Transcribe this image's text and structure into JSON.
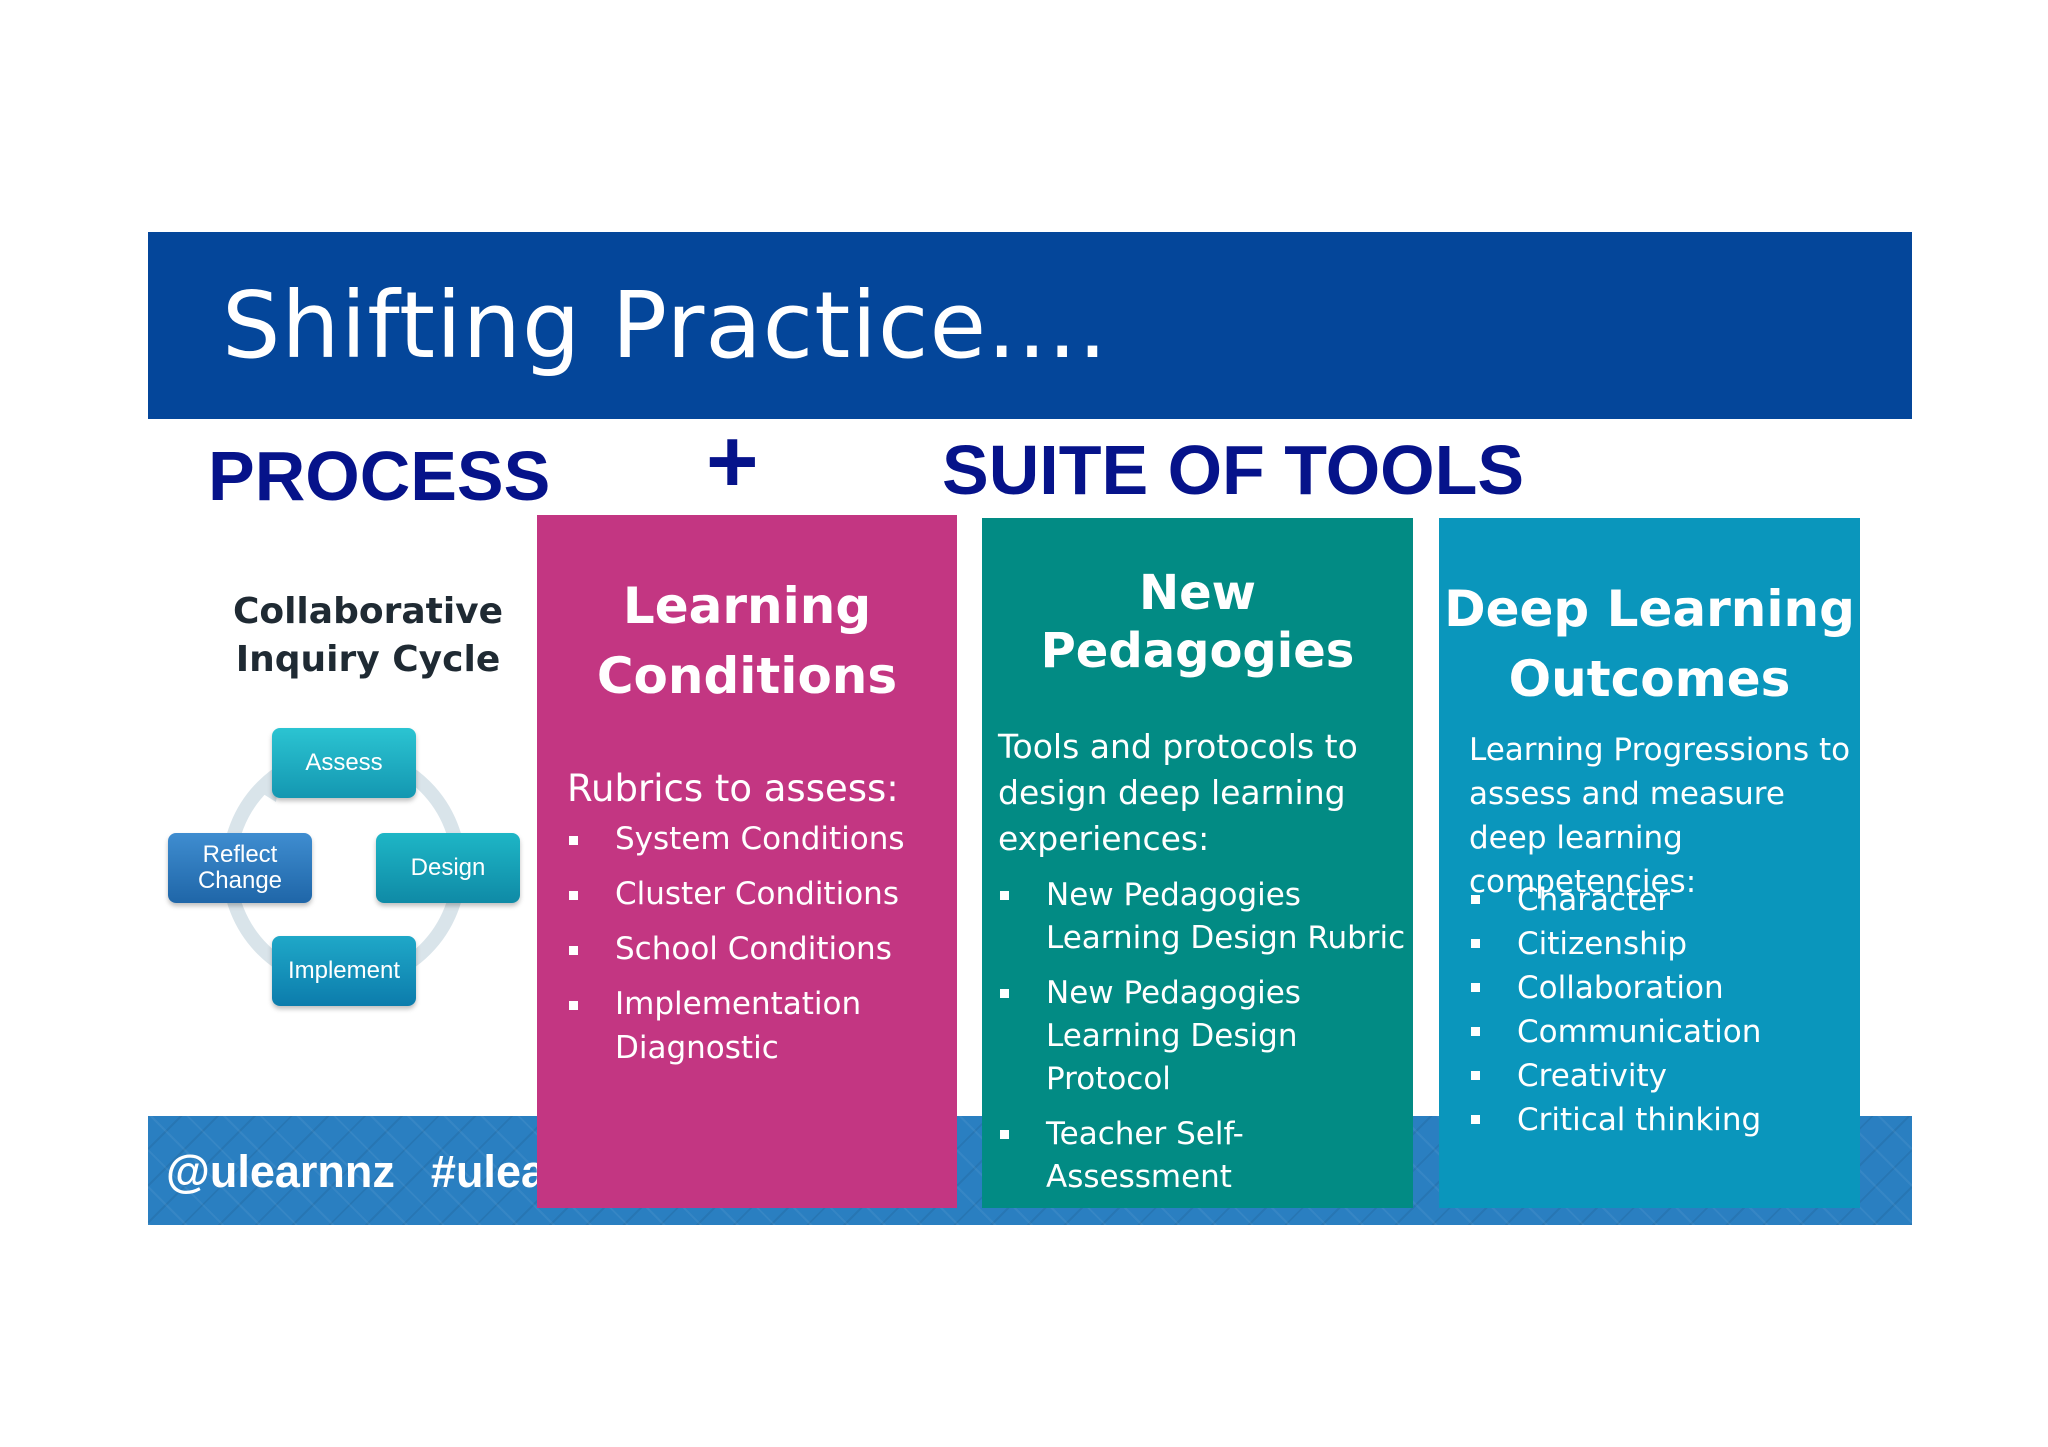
{
  "slide": {
    "title": "Shifting Practice....",
    "process_label": "PROCESS",
    "plus_sign": "+",
    "suite_label": "SUITE OF TOOLS"
  },
  "cycle": {
    "title_line1": "Collaborative",
    "title_line2": "Inquiry Cycle",
    "steps": {
      "assess": "Assess",
      "design": "Design",
      "implement": "Implement",
      "reflect_line1": "Reflect",
      "reflect_line2": "Change"
    }
  },
  "panels": {
    "conditions": {
      "heading_line1": "Learning",
      "heading_line2": "Conditions",
      "intro": "Rubrics to assess:",
      "items": [
        "System Conditions",
        "Cluster Conditions",
        "School Conditions",
        "Implementation Diagnostic"
      ]
    },
    "pedagogies": {
      "heading_line1": "New",
      "heading_line2": "Pedagogies",
      "intro": "Tools and protocols to design deep learning experiences:",
      "items": [
        "New Pedagogies Learning Design Rubric",
        "New Pedagogies Learning Design Protocol",
        "Teacher Self-Assessment"
      ]
    },
    "outcomes": {
      "heading_line1": "Deep Learning",
      "heading_line2": "Outcomes",
      "intro": "Learning Progressions to assess and measure deep learning competencies:",
      "items": [
        "Character",
        "Citizenship",
        "Collaboration",
        "Communication",
        "Creativity",
        "Critical thinking"
      ]
    }
  },
  "footer": {
    "handle": "@ulearnnz",
    "hashtag": "#ulea"
  },
  "colors": {
    "banner": "#04469a",
    "heading_text": "#06138a",
    "conditions_panel": "#c33682",
    "pedagogies_panel": "#028b84",
    "outcomes_panel": "#0a96bc",
    "footer_strip": "#2a7fc1"
  }
}
